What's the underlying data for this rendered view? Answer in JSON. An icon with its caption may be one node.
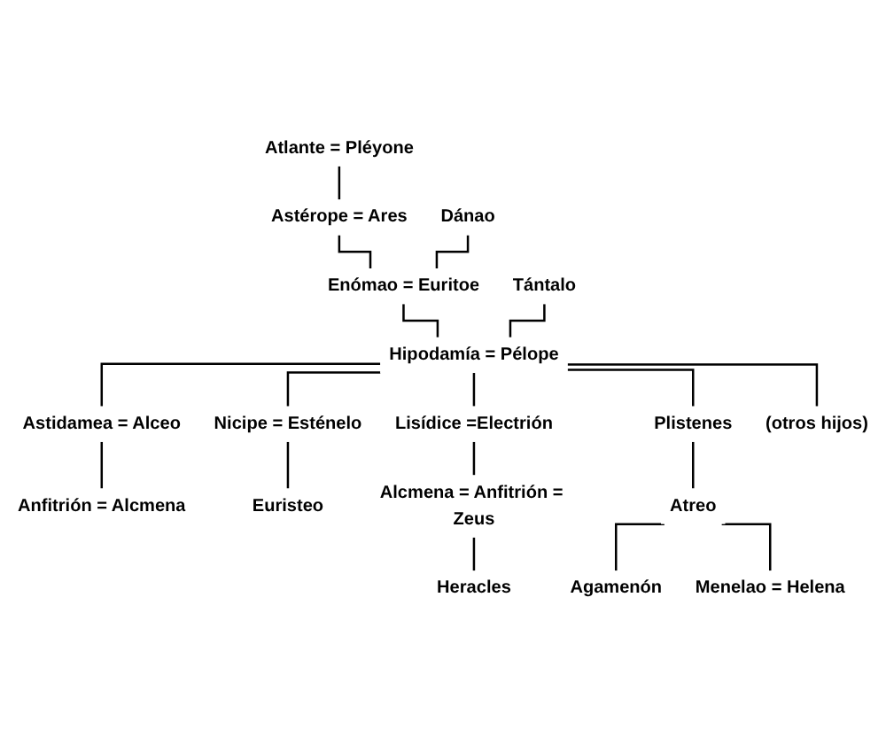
{
  "diagram": {
    "nodes": [
      {
        "text": [
          "Atlante = Pléyone"
        ]
      },
      {
        "text": [
          "Astérope = Ares"
        ]
      },
      {
        "text": [
          "Dánao"
        ]
      },
      {
        "text": [
          "Enómao = Euritoe"
        ]
      },
      {
        "text": [
          "Tántalo"
        ]
      },
      {
        "text": [
          "Hipodamía = Pélope"
        ]
      },
      {
        "text": [
          "Astidamea = Alceo"
        ]
      },
      {
        "text": [
          "Nicipe = Esténelo"
        ]
      },
      {
        "text": [
          "Lisídice =Electrión"
        ]
      },
      {
        "text": [
          "Plistenes"
        ]
      },
      {
        "text": [
          "(otros hijos)"
        ]
      },
      {
        "text": [
          "Anfitrión = Alcmena"
        ]
      },
      {
        "text": [
          "Euristeo"
        ]
      },
      {
        "text": [
          "Alcmena = Anfitrión = Zeus"
        ]
      },
      {
        "text": [
          "Heracles"
        ]
      },
      {
        "text": [
          "Atreo"
        ]
      },
      {
        "text": [
          "Agamenón"
        ]
      },
      {
        "text": [
          "Menelao = Helena"
        ]
      }
    ],
    "edges": [
      {
        "from": 0,
        "to": 1,
        "arrow": "none"
      },
      {
        "from": 1,
        "to": 3,
        "arrow": "none"
      },
      {
        "from": 2,
        "to": 3,
        "arrow": "none"
      },
      {
        "from": 3,
        "to": 5,
        "arrow": "none"
      },
      {
        "from": 4,
        "to": 5,
        "arrow": "none"
      },
      {
        "from": 5,
        "to": 6,
        "arrow": "none"
      },
      {
        "from": 5,
        "to": 7,
        "arrow": "none"
      },
      {
        "from": 5,
        "to": 8,
        "arrow": "none"
      },
      {
        "from": 5,
        "to": 9,
        "arrow": "none"
      },
      {
        "from": 5,
        "to": 10,
        "arrow": "none"
      },
      {
        "from": 6,
        "to": 11,
        "arrow": "none"
      },
      {
        "from": 7,
        "to": 12,
        "arrow": "none"
      },
      {
        "from": 8,
        "to": 13,
        "arrow": "none"
      },
      {
        "from": 13,
        "to": 14,
        "arrow": "none"
      },
      {
        "from": 9,
        "to": 15,
        "arrow": "none"
      },
      {
        "from": 15,
        "to": 16,
        "arrow": "none"
      },
      {
        "from": 15,
        "to": 17,
        "arrow": "none"
      }
    ]
  }
}
